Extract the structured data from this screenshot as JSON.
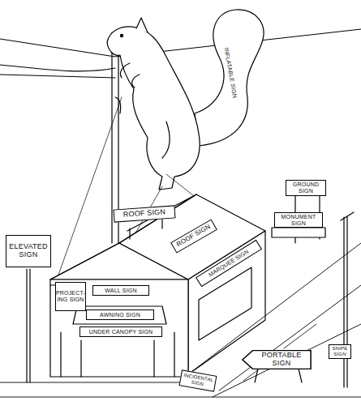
{
  "diagram": {
    "nodes": [
      {
        "text": [
          "INFLATABLE SIGN"
        ]
      },
      {
        "text": [
          "GROUND SIGN"
        ]
      },
      {
        "text": [
          "ROOF SIGN"
        ]
      },
      {
        "text": [
          "MONUMENT SIGN"
        ]
      },
      {
        "text": [
          "ROOF SIGN"
        ]
      },
      {
        "text": [
          "ELEVATED SIGN"
        ]
      },
      {
        "text": [
          "MARQUEE SIGN"
        ]
      },
      {
        "text": [
          "PROJECT- ING SIGN"
        ]
      },
      {
        "text": [
          "WALL SIGN"
        ]
      },
      {
        "text": [
          "AWNING SIGN"
        ]
      },
      {
        "text": [
          "UNDER CANOPY SIGN"
        ]
      },
      {
        "text": [
          "PORTABLE SIGN"
        ]
      },
      {
        "text": [
          "SNIPE SIGN"
        ]
      },
      {
        "text": [
          "INCIDENTAL SIGN"
        ]
      }
    ]
  }
}
